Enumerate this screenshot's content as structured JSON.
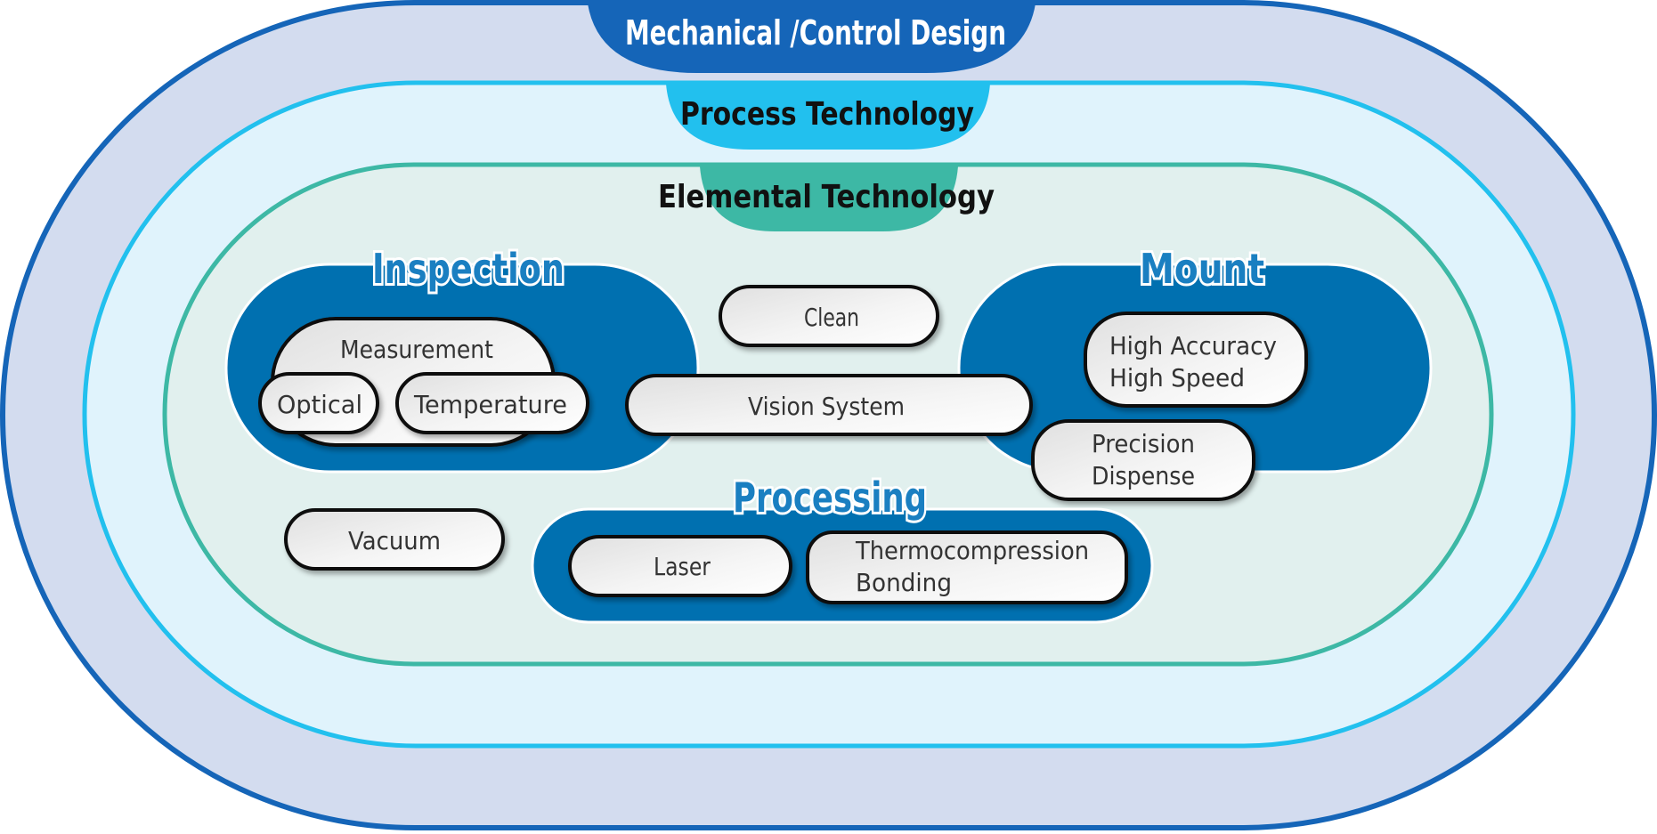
{
  "layers": {
    "outer": {
      "label": "Mechanical /Control Design"
    },
    "middle": {
      "label": "Process Technology"
    },
    "inner": {
      "label": "Elemental Technology"
    }
  },
  "groups": {
    "inspection": {
      "title": "Inspection",
      "measurement": "Measurement",
      "optical": "Optical",
      "temperature": "Temperature"
    },
    "mount": {
      "title": "Mount",
      "high_accuracy_line1": "High Accuracy",
      "high_accuracy_line2": "High Speed",
      "precision_line1": "Precision",
      "precision_line2": "Dispense"
    },
    "processing": {
      "title": "Processing",
      "laser": "Laser",
      "tcb_line1": "Thermocompression",
      "tcb_line2": "Bonding"
    }
  },
  "standalone": {
    "clean": "Clean",
    "vision": "Vision System",
    "vacuum": "Vacuum"
  },
  "colors": {
    "outer_fill": "#d3dcef",
    "outer_border": "#1565b8",
    "middle_fill": "#e0f3fc",
    "middle_border": "#22c0ee",
    "inner_fill": "#e1f0ee",
    "inner_border": "#3db8a5",
    "group_fill": "#0070b0",
    "tab_outer": "#1565b8",
    "tab_middle": "#22c0ee",
    "tab_inner": "#3db8a5"
  }
}
